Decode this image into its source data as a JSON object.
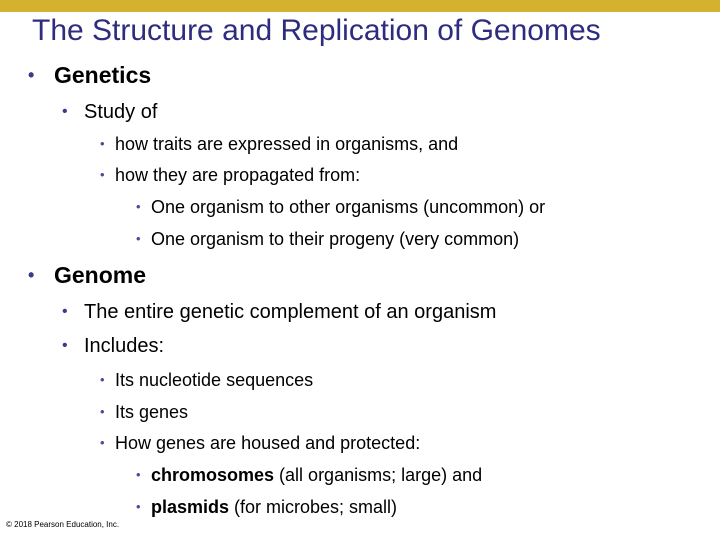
{
  "slide": {
    "title": "The Structure and Replication of Genomes",
    "accent_color": "#d4b12f",
    "title_color": "#2e2c7e",
    "bullet_color": "#3a3a8c",
    "bullets": {
      "genetics": {
        "label": "Genetics",
        "study_of": "Study of",
        "traits": "how traits are expressed in organisms, and",
        "propagated": "how they are propagated from:",
        "other": "One organism to other organisms (uncommon) or",
        "progeny": "One organism to their progeny (very common)"
      },
      "genome": {
        "label": "Genome",
        "definition": "The entire genetic complement of an organism",
        "includes": "Includes:",
        "nucleotide": "Its nucleotide sequences",
        "genes": "Its genes",
        "housed": "How genes are housed and protected:",
        "chromosomes_bold": "chromosomes",
        "chromosomes_rest": " (all organisms; large) and",
        "plasmids_bold": "plasmids",
        "plasmids_rest": " (for microbes; small)"
      }
    },
    "bullet_glyph": "•",
    "copyright": "© 2018 Pearson Education, Inc."
  }
}
